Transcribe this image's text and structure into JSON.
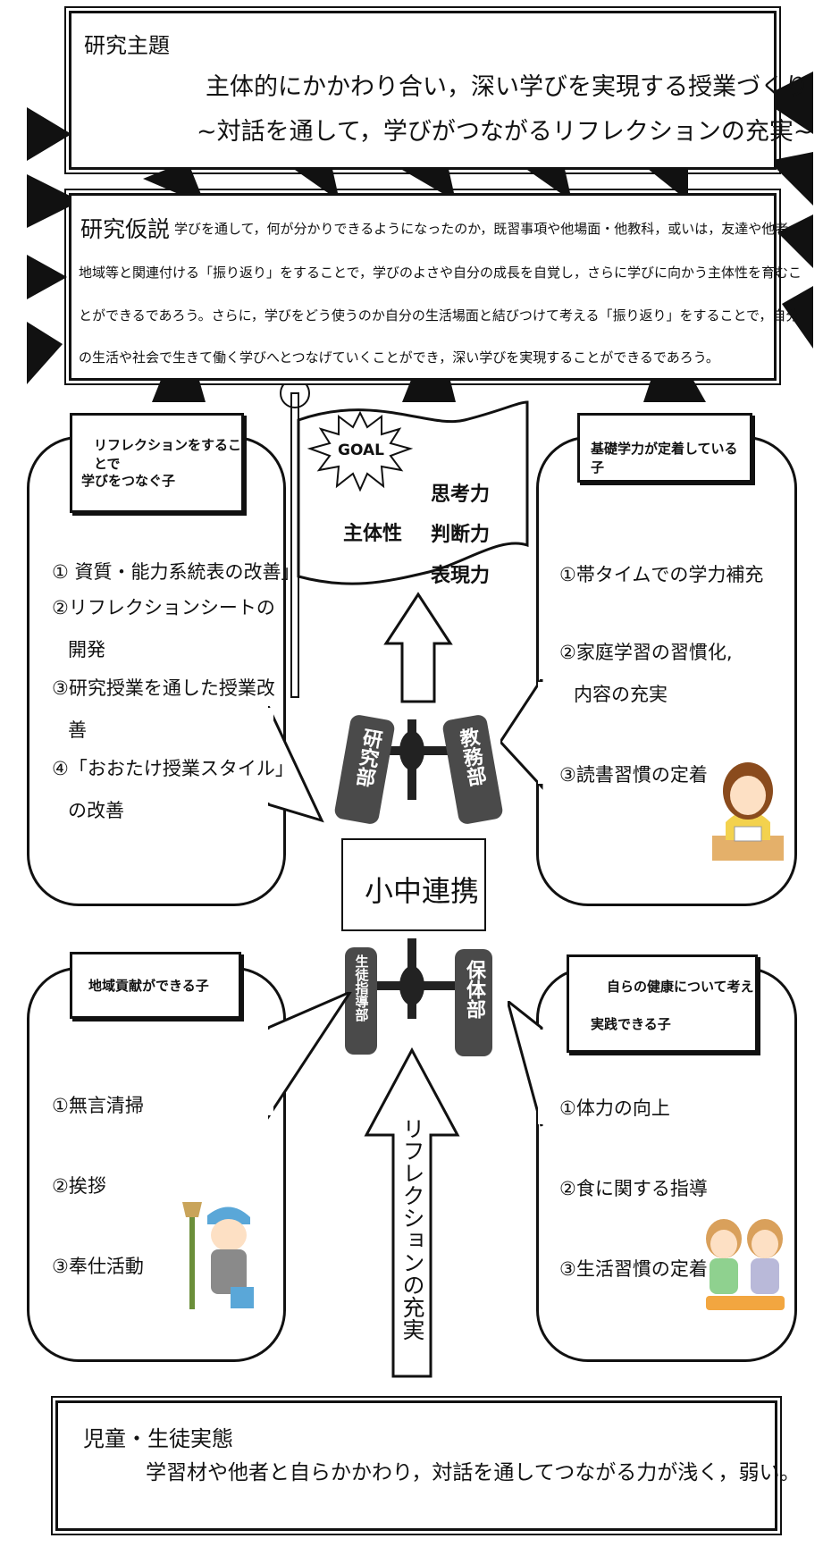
{
  "theme": {
    "title_label": "研究主題",
    "title_line1": "主体的にかかわり合い，深い学びを実現する授業づくり",
    "title_line2": "~対話を通して，学びがつながるリフレクションの充実~"
  },
  "hypothesis": {
    "label": "研究仮説",
    "lines": [
      "学びを通して，何が分かりできるようになったのか，既習事項や他場面・他教科，或いは，友達や他者・",
      "地域等と関連付ける「振り返り」をすることで，学びのよさや自分の成長を自覚し，さらに学びに向かう主体性を育むこ",
      "とができるであろう。さらに，学びをどう使うのか自分の生活場面と結びつけて考える「振り返り」をすることで，自分",
      "の生活や社会で生きて働く学びへとつなげていくことができ，深い学びを実現することができるであろう。"
    ]
  },
  "goal_flag": {
    "goal": "GOAL",
    "subject": "主体性",
    "abilities": [
      "思考力",
      "判断力",
      "表現力"
    ]
  },
  "top_left": {
    "title_line1": "リフレクションをすることで",
    "title_line2": "学びをつなぐ子",
    "items": [
      "① 資質・能力系統表の改善」",
      "②リフレクションシートの",
      "開発",
      "③研究授業を通した授業改",
      "善",
      "④「おおたけ授業スタイル」",
      "の改善"
    ]
  },
  "top_right": {
    "title": "基礎学力が定着している子",
    "items": [
      "①帯タイムでの学力補充",
      "②家庭学習の習慣化,",
      "内容の充実",
      "③読書習慣の定着"
    ]
  },
  "bottom_left": {
    "title": "地域貢献ができる子",
    "items": [
      "①無言清掃",
      "②挨拶",
      "③奉仕活動"
    ]
  },
  "bottom_right": {
    "title_line1": "自らの健康について考え",
    "title_line2": "実践できる子",
    "items": [
      "①体力の向上",
      "②食に関する指導",
      "③生活習慣の定着"
    ]
  },
  "center": {
    "hub": "小中連携",
    "dept_research": "研究部",
    "dept_academic": "教務部",
    "dept_guidance": "生徒指導部",
    "dept_health": "保体部",
    "arrow_text": "リフレクションの充実"
  },
  "reality": {
    "label": "児童・生徒実態",
    "text": "学習材や他者と自らかかわり，対話を通してつながる力が浅く，弱い。"
  }
}
